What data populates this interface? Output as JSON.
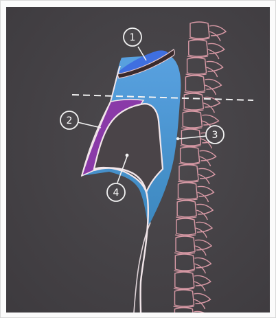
{
  "figure": {
    "background_color": "#4d4a4e",
    "spine_color": "#d99aa6",
    "wall_color": "#f2e6ea",
    "colors": {
      "region_1": "#3f6fe0",
      "region_2": "#8a3aa8",
      "region_3_top": "#5aa6e8",
      "region_3_bottom": "#3c8cc6",
      "region_4": "#4a4448"
    },
    "dashed_line": "present",
    "callouts": [
      {
        "id": "1",
        "label": "1"
      },
      {
        "id": "2",
        "label": "2"
      },
      {
        "id": "3",
        "label": "3"
      },
      {
        "id": "4",
        "label": "4"
      }
    ]
  }
}
